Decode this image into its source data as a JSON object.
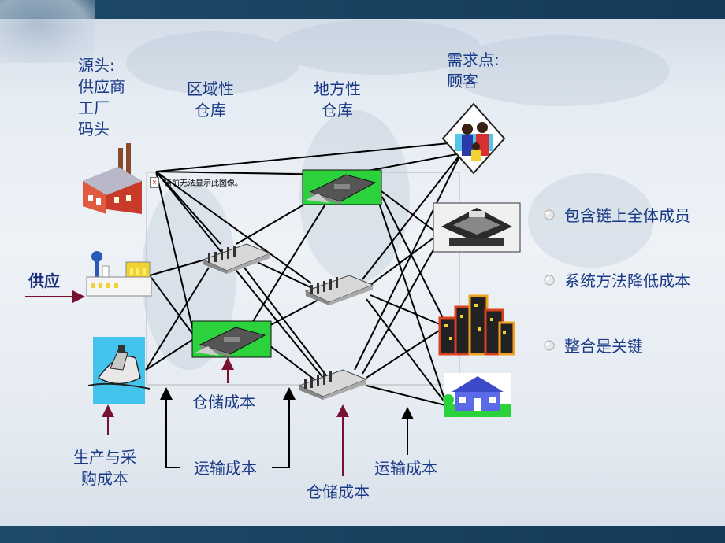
{
  "labels": {
    "source": [
      "源头:",
      "供应商",
      "工厂",
      "码头"
    ],
    "regional": [
      "区域性",
      "仓库"
    ],
    "local": [
      "地方性",
      "仓库"
    ],
    "demand": [
      "需求点:",
      "顾客"
    ],
    "supply": "供应",
    "warehouse_cost_1": "仓储成本",
    "warehouse_cost_2": "仓储成本",
    "production_cost": [
      "生产与采",
      "购成本"
    ],
    "transport_cost_1": "运输成本",
    "transport_cost_2": "运输成本"
  },
  "broken_image_text": "当前无法显示此图像。",
  "bullets": [
    "包含链上全体成员",
    "系统方法降低成本",
    "整合是关键"
  ],
  "colors": {
    "text": "#1a3a86",
    "arrow": "#7a1030",
    "line": "#000000",
    "bar": "#1e4a6a"
  },
  "icons": {
    "source": [
      "factory-icon",
      "refinery-icon",
      "ship-icon"
    ],
    "regional": [
      "warehouse-icon",
      "warehouse-green-icon"
    ],
    "local": [
      "warehouse-green-icon",
      "warehouse-icon",
      "warehouse-icon"
    ],
    "demand": [
      "family-icon",
      "building-icon",
      "city-icon",
      "house-icon"
    ]
  }
}
